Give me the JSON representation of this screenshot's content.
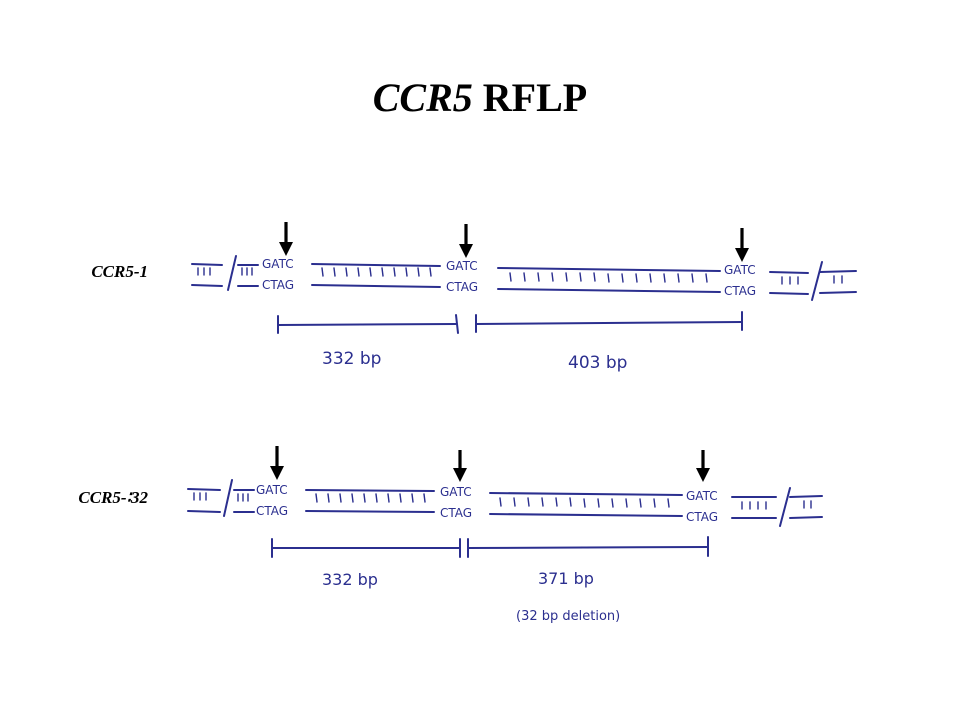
{
  "title": {
    "gene": "CCR5",
    "rest": "RFLP"
  },
  "rows": [
    {
      "label": "CCR5-1",
      "sites": [
        "GATC/CTAG",
        "GATC/CTAG",
        "GATC/CTAG"
      ],
      "top_site_text": "GATC",
      "bottom_site_text": "CTAG",
      "fragments": [
        {
          "size": "332 bp"
        },
        {
          "size": "403 bp"
        }
      ],
      "note": ""
    },
    {
      "label": "CCR5-∶32",
      "top_site_text": "GATC",
      "bottom_site_text": "CTAG",
      "fragments": [
        {
          "size": "332 bp"
        },
        {
          "size": "371 bp"
        }
      ],
      "note": "(32 bp deletion)"
    }
  ],
  "colors": {
    "ink": "#2b2f8f",
    "arrow": "#000000",
    "text": "#000000"
  }
}
